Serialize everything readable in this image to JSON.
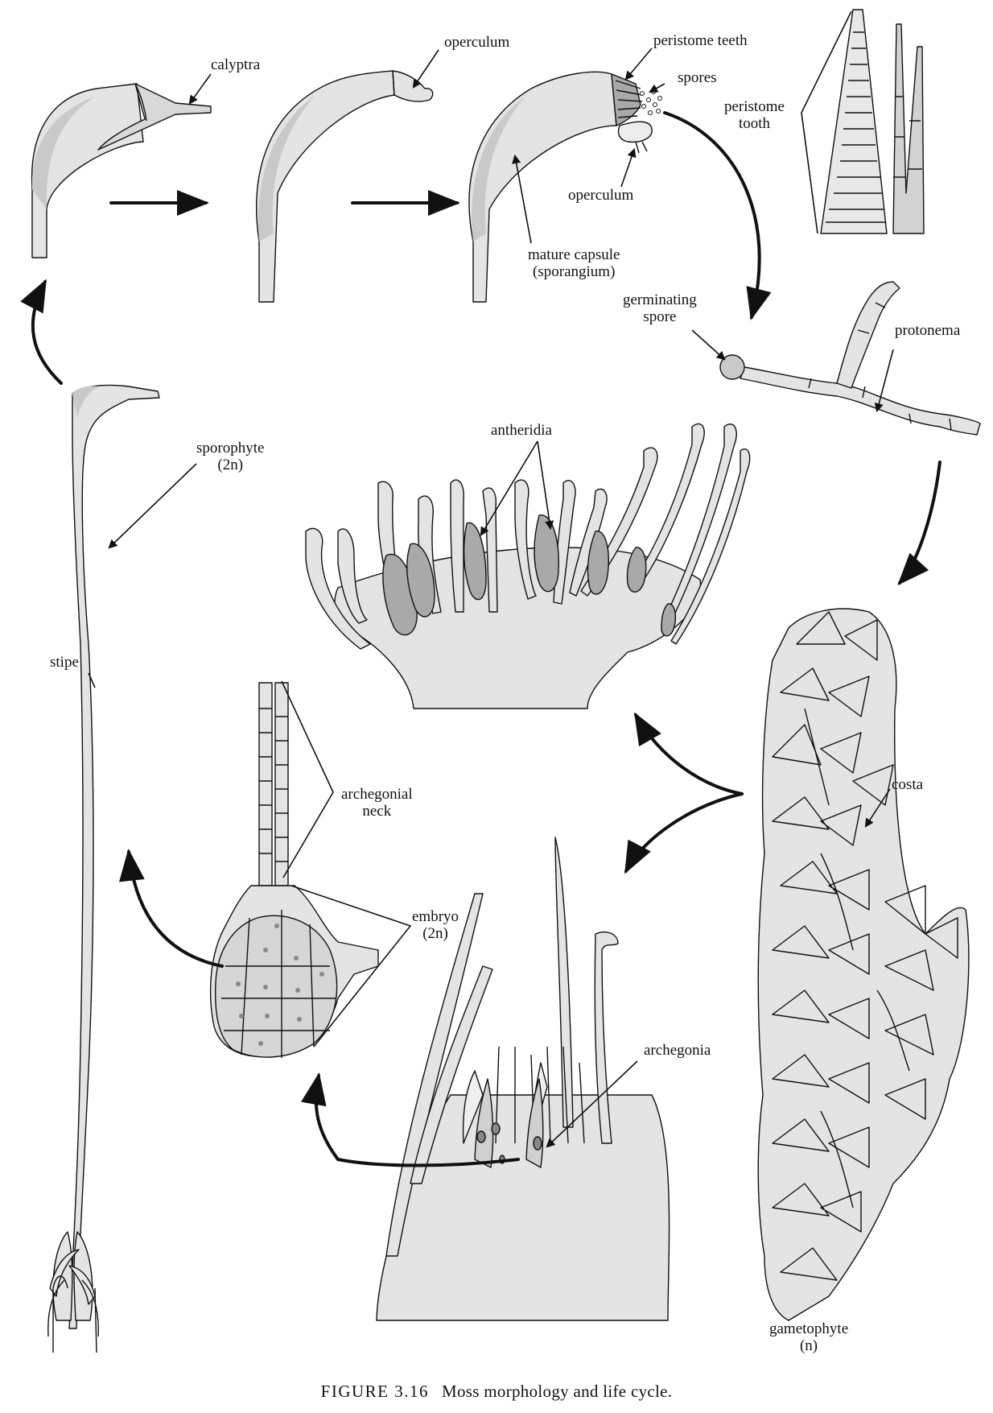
{
  "labels": {
    "calyptra": "calyptra",
    "operculum_top": "operculum",
    "peristome_teeth": "peristome teeth",
    "spores": "spores",
    "peristome_tooth_1": "peristome",
    "peristome_tooth_2": "tooth",
    "operculum_mid": "operculum",
    "mature_capsule_1": "mature capsule",
    "mature_capsule_2": "(sporangium)",
    "germinating_spore_1": "germinating",
    "germinating_spore_2": "spore",
    "protonema": "protonema",
    "sporophyte_1": "sporophyte",
    "sporophyte_2": "(2n)",
    "antheridia": "antheridia",
    "stipe": "stipe",
    "archegonial_neck_1": "archegonial",
    "archegonial_neck_2": "neck",
    "costa": "costa",
    "embryo_1": "embryo",
    "embryo_2": "(2n)",
    "archegonia": "archegonia",
    "gametophyte_1": "gametophyte",
    "gametophyte_2": "(n)"
  },
  "caption": {
    "figure": "FIGURE 3.16",
    "text": "Moss morphology and life cycle."
  },
  "colors": {
    "ink": "#111111",
    "fill_light": "#e4e4e4",
    "fill_mid": "#c9c9c9",
    "fill_dark": "#a9a9a9"
  }
}
